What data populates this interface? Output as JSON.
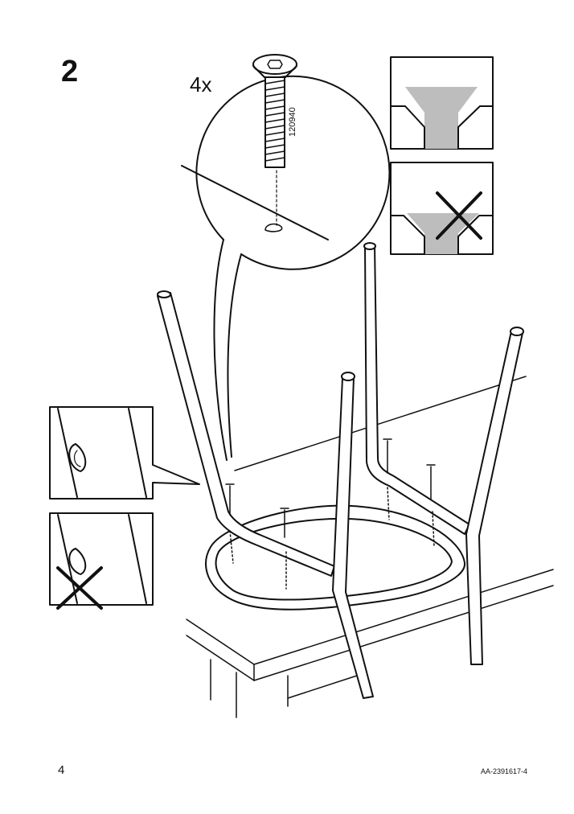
{
  "step": {
    "number": "2"
  },
  "screw": {
    "quantity": "4x",
    "part_number": "120940"
  },
  "footer": {
    "page_number": "4",
    "document_code": "AA-2391617-4"
  }
}
